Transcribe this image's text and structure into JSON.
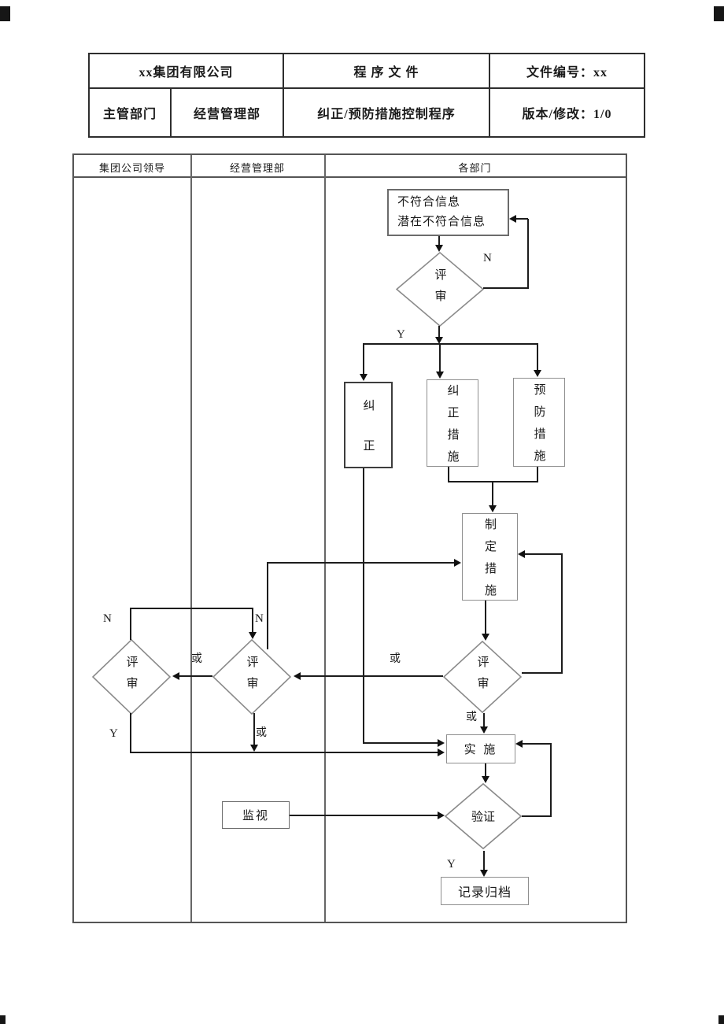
{
  "document": {
    "header": {
      "company": "xx集团有限公司",
      "doc_type": "程 序 文 件",
      "doc_number": "文件编号：xx",
      "dept_label": "主管部门",
      "dept_name": "经营管理部",
      "procedure_name": "纠正/预防措施控制程序",
      "version": "版本/修改：1/0"
    },
    "swimlanes": {
      "lane_leader": "集团公司领导",
      "lane_management": "经营管理部",
      "lane_departments": "各部门"
    },
    "nodes": {
      "nonconform_line1": "不符合信息",
      "nonconform_line2": "潜在不符合信息",
      "review": "评审",
      "correction": "纠正",
      "corrective_action": "纠正措施",
      "preventive_action": "预防措施",
      "formulate_measures": "制定措施",
      "implement": "实 施",
      "monitor": "监视",
      "verify": "验证",
      "archive": "记录归档"
    },
    "labels": {
      "yes": "Y",
      "no": "N",
      "or": "或"
    }
  }
}
